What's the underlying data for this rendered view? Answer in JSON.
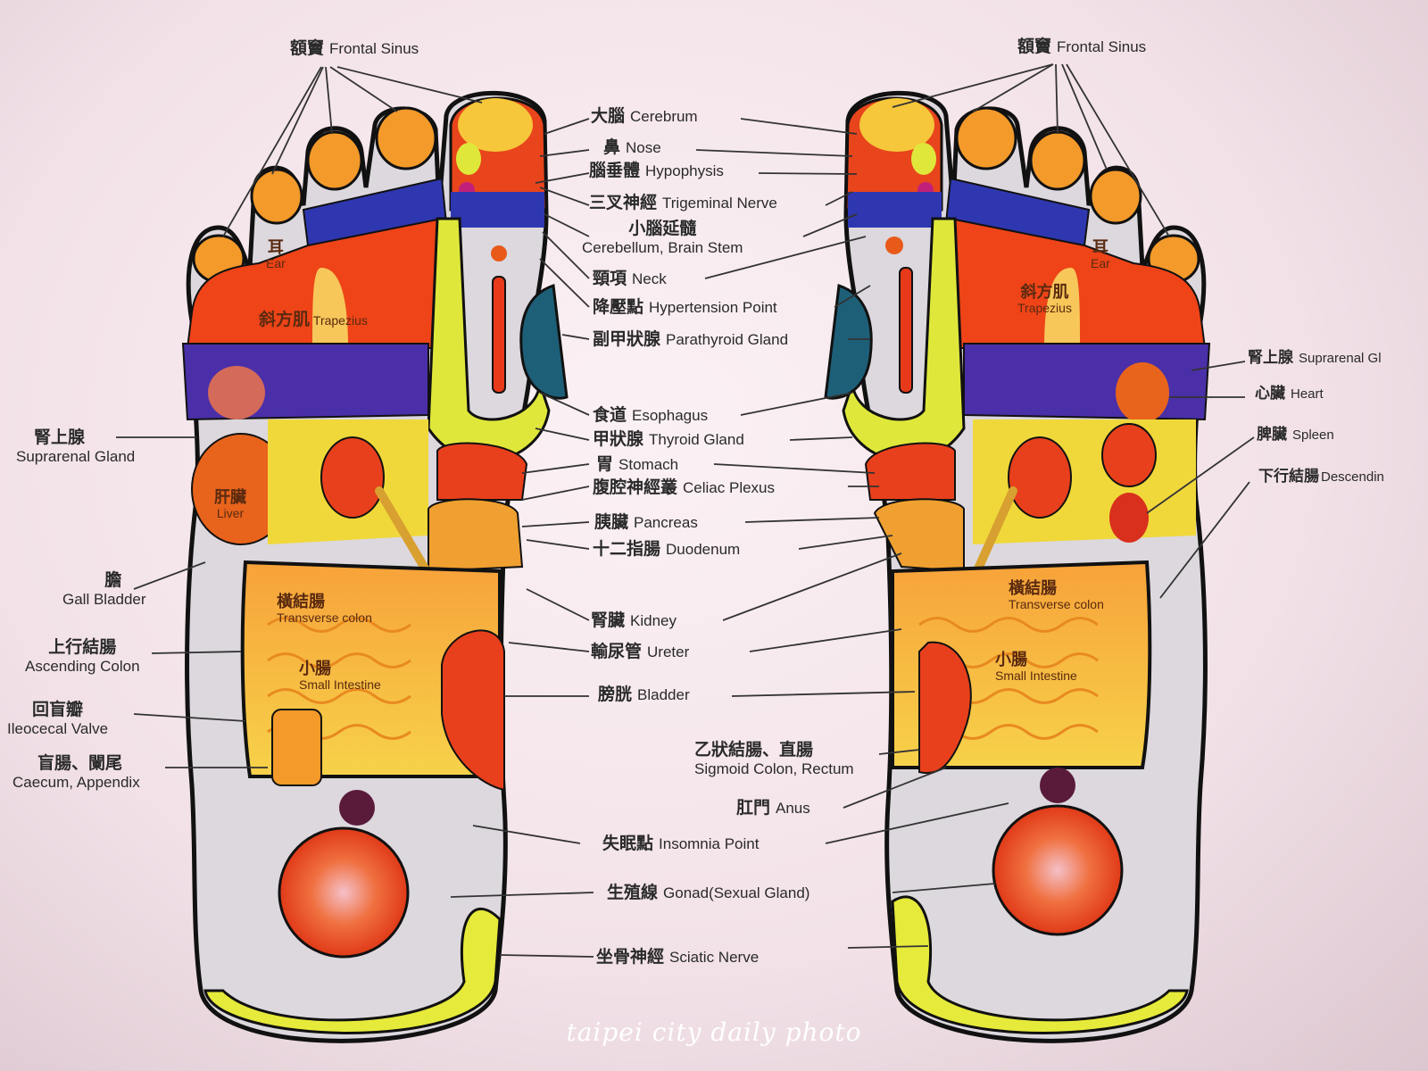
{
  "labels": {
    "frontal_sinus_left": {
      "zh": "額竇",
      "en": "Frontal Sinus"
    },
    "frontal_sinus_right": {
      "zh": "額竇",
      "en": "Frontal Sinus"
    },
    "cerebrum": {
      "zh": "大腦",
      "en": "Cerebrum"
    },
    "nose": {
      "zh": "鼻",
      "en": "Nose"
    },
    "hypophysis": {
      "zh": "腦垂體",
      "en": "Hypophysis"
    },
    "trigeminal": {
      "zh": "三叉神經",
      "en": "Trigeminal Nerve"
    },
    "cerebellum": {
      "zh": "小腦延髓",
      "en": "Cerebellum, Brain Stem"
    },
    "neck": {
      "zh": "頸項",
      "en": "Neck"
    },
    "hypertension": {
      "zh": "降壓點",
      "en": "Hypertension Point"
    },
    "parathyroid": {
      "zh": "副甲狀腺",
      "en": "Parathyroid Gland"
    },
    "esophagus": {
      "zh": "食道",
      "en": "Esophagus"
    },
    "thyroid": {
      "zh": "甲狀腺",
      "en": "Thyroid Gland"
    },
    "stomach": {
      "zh": "胃",
      "en": "Stomach"
    },
    "celiac": {
      "zh": "腹腔神經叢",
      "en": "Celiac Plexus"
    },
    "pancreas": {
      "zh": "胰臟",
      "en": "Pancreas"
    },
    "duodenum": {
      "zh": "十二指腸",
      "en": "Duodenum"
    },
    "kidney": {
      "zh": "腎臟",
      "en": "Kidney"
    },
    "ureter": {
      "zh": "輸尿管",
      "en": "Ureter"
    },
    "bladder": {
      "zh": "膀胱",
      "en": "Bladder"
    },
    "sigmoid": {
      "zh": "乙狀結腸、直腸",
      "en": "Sigmoid Colon, Rectum"
    },
    "anus": {
      "zh": "肛門",
      "en": "Anus"
    },
    "insomnia": {
      "zh": "失眠點",
      "en": "Insomnia Point"
    },
    "gonad": {
      "zh": "生殖線",
      "en": "Gonad(Sexual Gland)"
    },
    "sciatic": {
      "zh": "坐骨神經",
      "en": "Sciatic Nerve"
    },
    "suprarenal_left": {
      "zh": "腎上腺",
      "en": "Suprarenal Gland"
    },
    "gall_bladder": {
      "zh": "膽",
      "en": "Gall Bladder"
    },
    "ascending_colon": {
      "zh": "上行結腸",
      "en": "Ascending Colon"
    },
    "ileocecal": {
      "zh": "回盲瓣",
      "en": "Ileocecal Valve"
    },
    "caecum": {
      "zh": "盲腸、闌尾",
      "en": "Caecum, Appendix"
    },
    "suprarenal_right": {
      "zh": "腎上腺",
      "en": "Suprarenal Gl"
    },
    "heart": {
      "zh": "心臟",
      "en": "Heart"
    },
    "spleen": {
      "zh": "脾臟",
      "en": "Spleen"
    },
    "descending": {
      "zh": "下行結腸",
      "en": "Descendin"
    }
  },
  "organ_text": {
    "ear": "耳",
    "ear_en": "Ear",
    "trapezius_zh": "斜方肌",
    "trapezius_en": "Trapezius",
    "liver_zh": "肝臟",
    "liver_en": "Liver",
    "transverse_zh": "橫結腸",
    "transverse_en": "Transverse colon",
    "small_int_zh": "小腸",
    "small_int_en": "Small Intestine"
  },
  "watermark": "taipei city daily photo",
  "colors": {
    "red": "#e83a1a",
    "orange": "#f08a1c",
    "yellow": "#f6c73a",
    "lime": "#dfe83a",
    "blue": "#3a3ab0",
    "purple": "#5a3aa8",
    "outline": "#111111"
  }
}
